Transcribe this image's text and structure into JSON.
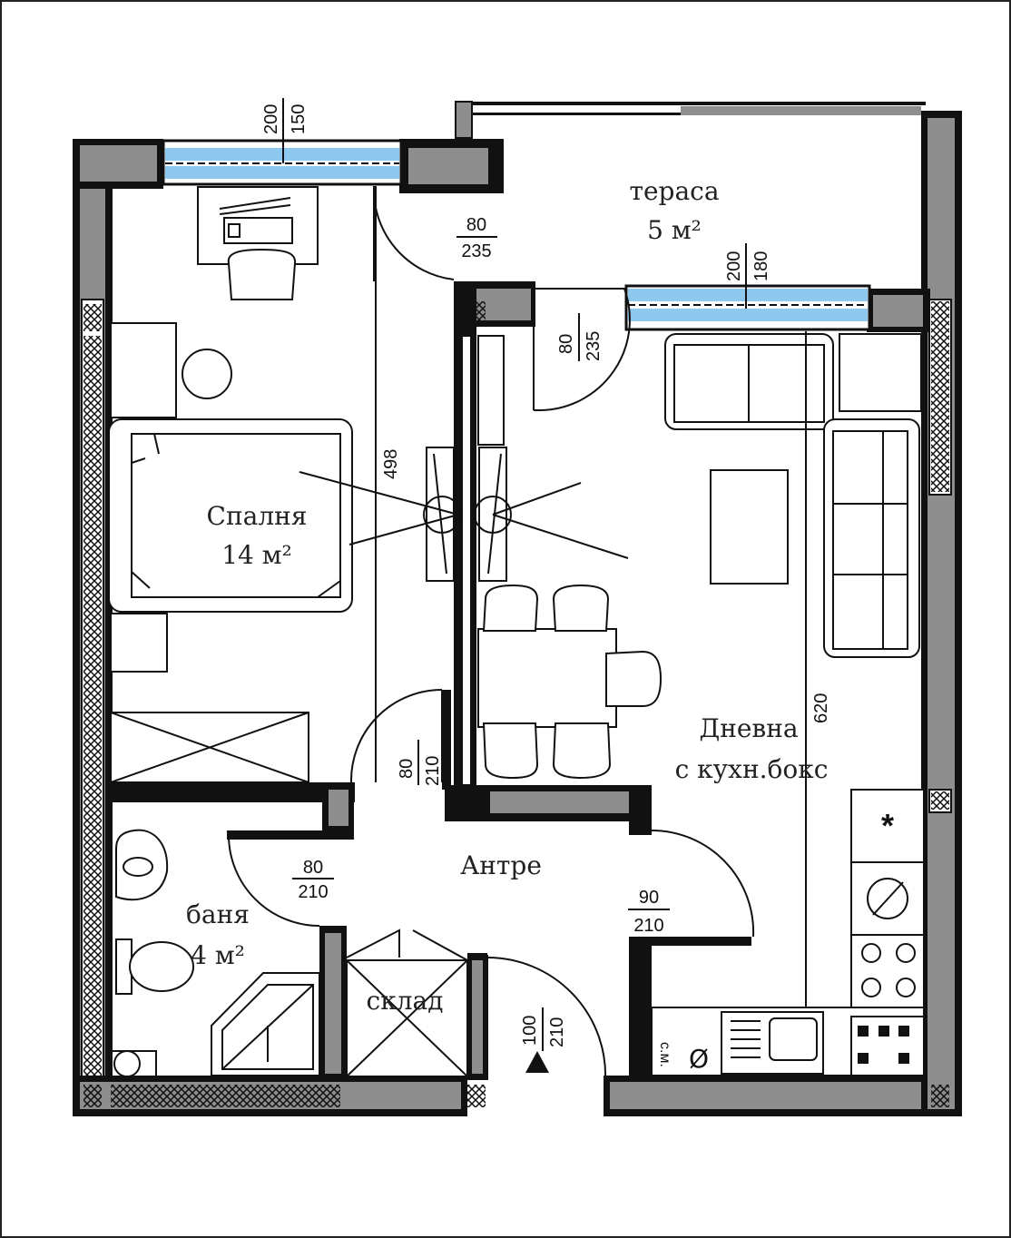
{
  "rooms": {
    "terrace": {
      "name": "тераса",
      "area": "5 м²"
    },
    "bedroom": {
      "name": "Спалня",
      "area": "14 м²"
    },
    "living": {
      "name": "Дневна",
      "subtitle": "с кухн.бокс"
    },
    "hall": {
      "name": "Антре"
    },
    "bathroom": {
      "name": "баня",
      "area": "4 м²"
    },
    "storage": {
      "name": "склад"
    }
  },
  "dimensions": {
    "window_bedroom": {
      "top": "200",
      "bottom": "150"
    },
    "window_living": {
      "top": "200",
      "bottom": "180"
    },
    "door_terrace": {
      "top": "80",
      "bottom": "235"
    },
    "door_living_terrace": {
      "top": "80",
      "bottom": "235"
    },
    "door_bedroom": {
      "top": "80",
      "bottom": "210"
    },
    "door_bathroom": {
      "top": "80",
      "bottom": "210"
    },
    "door_living": {
      "top": "90",
      "bottom": "210"
    },
    "door_entrance": {
      "top": "100",
      "bottom": "210"
    },
    "height_bedroom": "498",
    "height_living": "620"
  },
  "appliances": {
    "fridge_symbol": "*",
    "dishwasher_label": "с.м.",
    "dishwasher_symbol": "Ø"
  },
  "colors": {
    "wall": "#111111",
    "wall_insulation": "#8e8e8e",
    "window_glass": "#8ec8ef"
  }
}
